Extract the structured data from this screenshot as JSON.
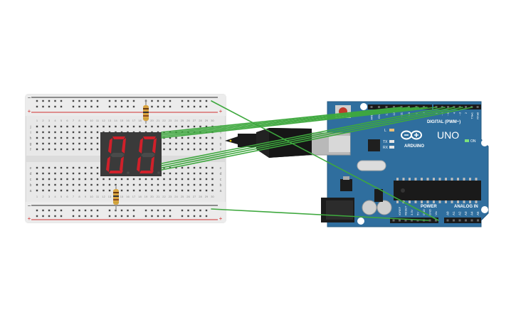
{
  "breadboard": {
    "col_numbers": [
      "1",
      "2",
      "3",
      "4",
      "5",
      "6",
      "7",
      "8",
      "9",
      "10",
      "11",
      "12",
      "13",
      "14",
      "15",
      "16",
      "17",
      "18",
      "19",
      "20",
      "21",
      "22",
      "23",
      "24",
      "25",
      "26",
      "27",
      "28",
      "29",
      "30"
    ],
    "row_letters_top": [
      "j",
      "i",
      "h",
      "g",
      "f"
    ],
    "row_letters_bottom": [
      "e",
      "d",
      "c",
      "b",
      "a"
    ],
    "rail_plus": "+",
    "rail_minus": "−"
  },
  "display": {
    "digits": [
      "0",
      "0"
    ],
    "segment_color": "#d0202a",
    "body_color": "#3a3a3a"
  },
  "arduino": {
    "brand": "ARDUINO",
    "model": "UNO",
    "digital_label": "DIGITAL (PWM~)",
    "power_label": "POWER",
    "analog_label": "ANALOG IN",
    "on_label": "ON",
    "l_label": "L",
    "tx_label": "TX",
    "rx_label": "RX",
    "digital_pins": [
      "AREF",
      "GND",
      "13",
      "12",
      "~11",
      "~10",
      "~9",
      "8",
      "7",
      "~6",
      "~5",
      "4",
      "~3",
      "2",
      "TX▸1",
      "RX◂0"
    ],
    "power_pins": [
      "IOREF",
      "RESET",
      "3.3V",
      "5V",
      "GND",
      "GND",
      "Vin"
    ],
    "analog_pins": [
      "A0",
      "A1",
      "A2",
      "A3",
      "A4",
      "A5"
    ],
    "board_color": "#2f6e9e"
  },
  "wire_color": "#3ea83e",
  "resistor_color": "#d9a441"
}
